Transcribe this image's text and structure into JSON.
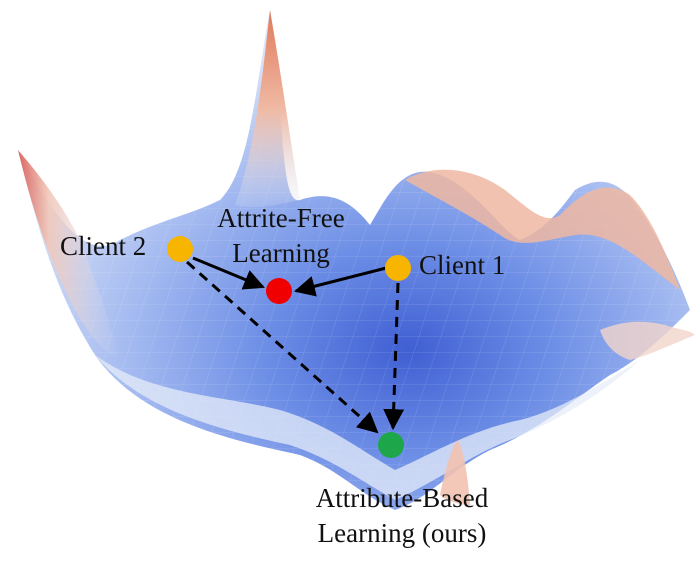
{
  "labels": {
    "client1": "Client 1",
    "client2": "Client 2",
    "attrite_free_line1": "Attrite-Free",
    "attrite_free_line2": "Learning",
    "attribute_based_line1": "Attribute-Based",
    "attribute_based_line2": "Learning (ours)"
  },
  "colors": {
    "client": "#F7B500",
    "attrite_free": "#F00000",
    "attribute_based": "#1DA64A",
    "surface_blue": "#6B8EE6",
    "surface_light": "#DCE6F8",
    "surface_peak": "#E8896A",
    "arrow": "#000000"
  },
  "arrows": [
    {
      "from": "client1",
      "to": "attrite_free",
      "style": "solid"
    },
    {
      "from": "client2",
      "to": "attrite_free",
      "style": "solid"
    },
    {
      "from": "client1",
      "to": "attribute_based",
      "style": "dashed"
    },
    {
      "from": "client2",
      "to": "attribute_based",
      "style": "dashed"
    }
  ]
}
